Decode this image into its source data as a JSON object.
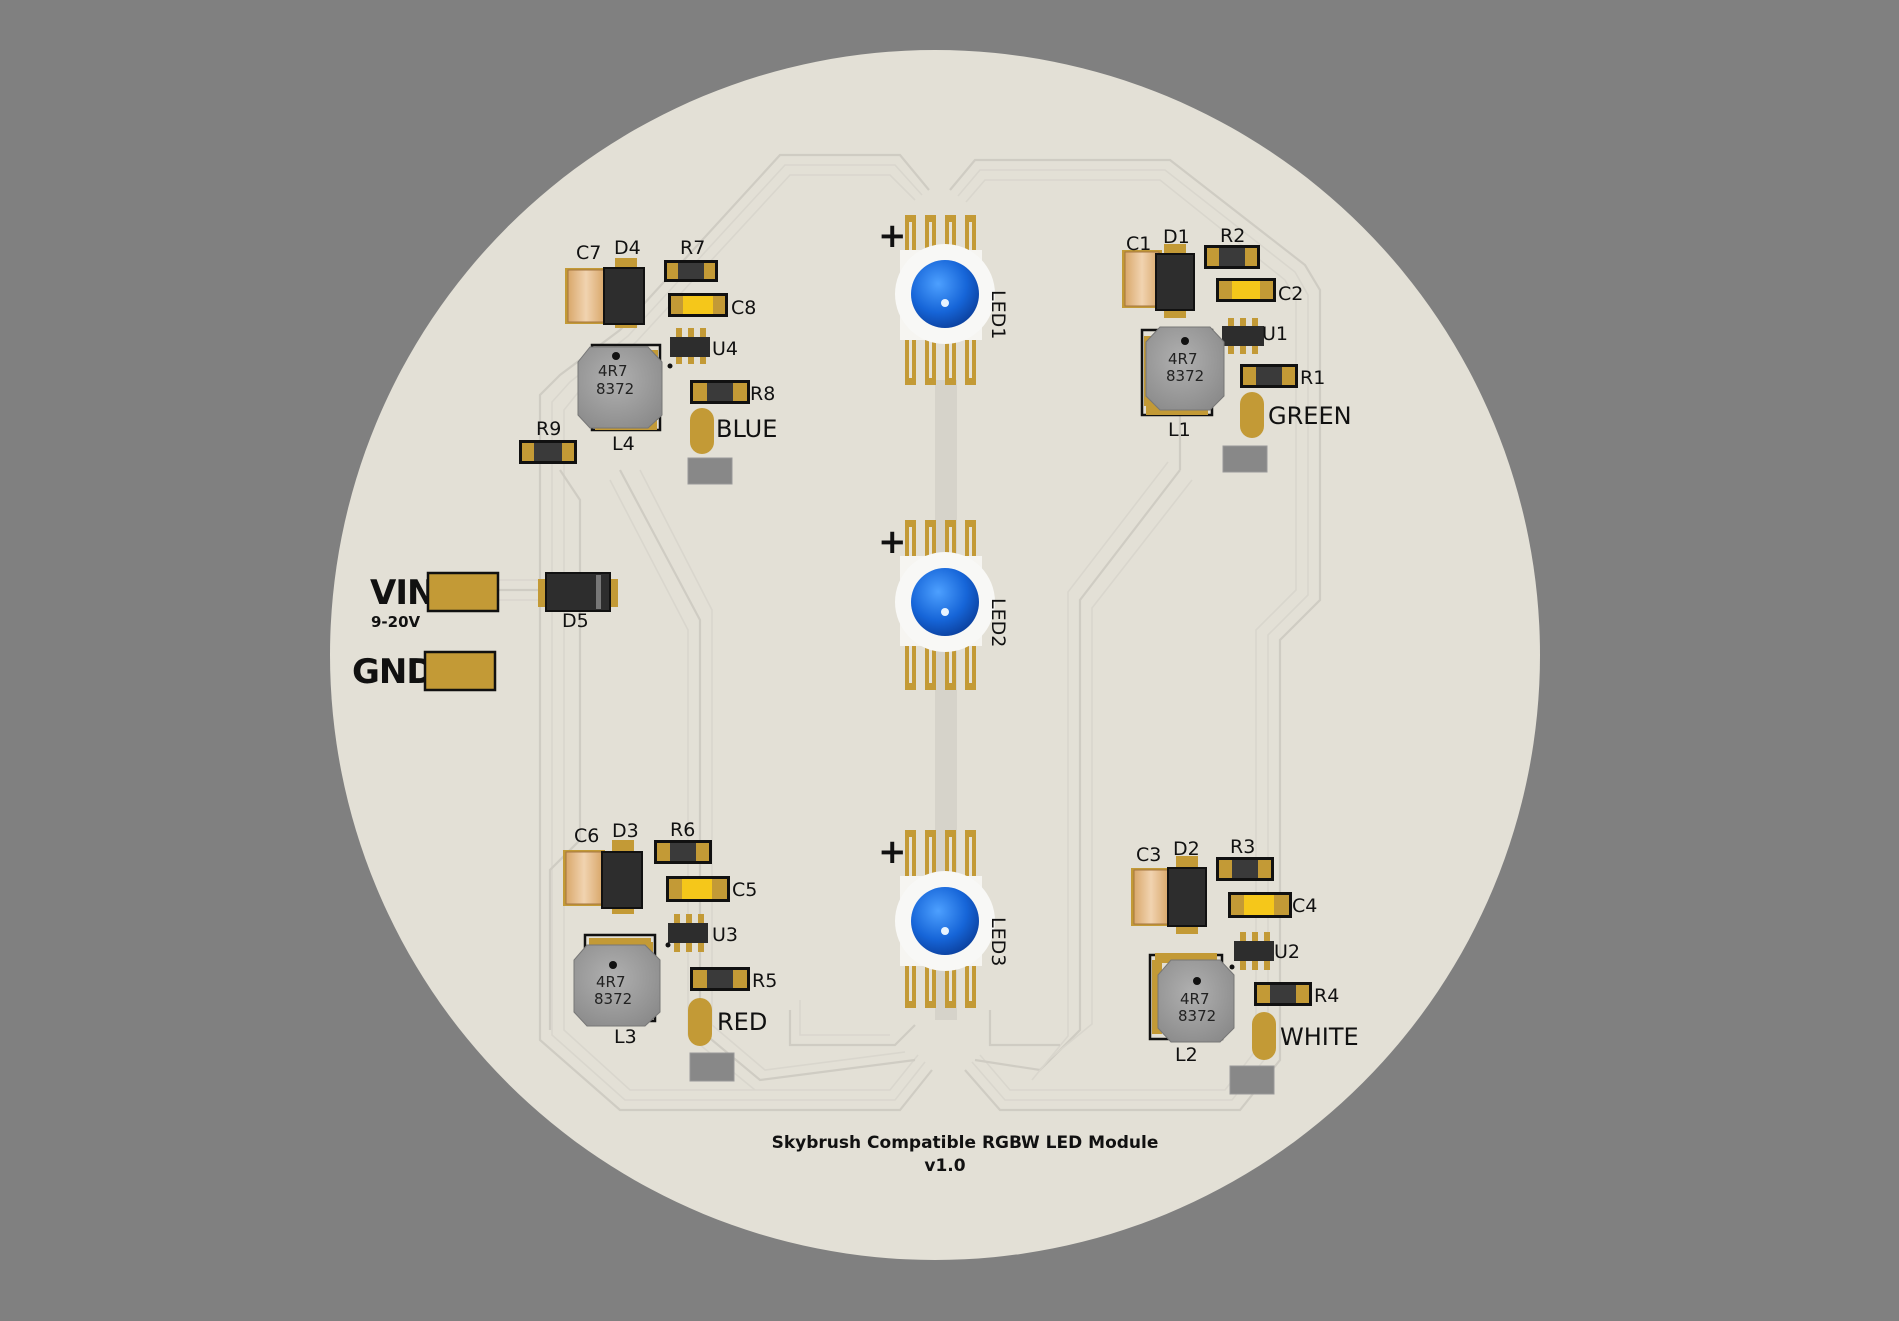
{
  "colors": {
    "background": "#808080",
    "board": "#e3e0d6",
    "pad_gold": "#c39a36",
    "lens_blue": "#1a6fe0",
    "inductor_gray": "#9a9a9a",
    "component_black": "#2a2a2a"
  },
  "board": {
    "title": "Skybrush Compatible RGBW LED Module",
    "version": "v1.0"
  },
  "power": {
    "vin_label": "VIN",
    "vin_range": "9-20V",
    "gnd_label": "GND",
    "diode_label": "D5"
  },
  "leds": [
    {
      "ref": "LED1",
      "polarity": "+"
    },
    {
      "ref": "LED2",
      "polarity": "+"
    },
    {
      "ref": "LED3",
      "polarity": "+"
    }
  ],
  "drivers": [
    {
      "channel": "BLUE",
      "capacitor_in": "C7",
      "diode": "D4",
      "resistor_a": "R7",
      "capacitor_out": "C8",
      "ic": "U4",
      "resistor_b": "R8",
      "inductor": "L4",
      "extra_resistor": "R9",
      "inductor_marking": [
        "4R7",
        "8372"
      ]
    },
    {
      "channel": "GREEN",
      "capacitor_in": "C1",
      "diode": "D1",
      "resistor_a": "R2",
      "capacitor_out": "C2",
      "ic": "U1",
      "resistor_b": "R1",
      "inductor": "L1",
      "inductor_marking": [
        "4R7",
        "8372"
      ]
    },
    {
      "channel": "RED",
      "capacitor_in": "C6",
      "diode": "D3",
      "resistor_a": "R6",
      "capacitor_out": "C5",
      "ic": "U3",
      "resistor_b": "R5",
      "inductor": "L3",
      "inductor_marking": [
        "4R7",
        "8372"
      ]
    },
    {
      "channel": "WHITE",
      "capacitor_in": "C3",
      "diode": "D2",
      "resistor_a": "R3",
      "capacitor_out": "C4",
      "ic": "U2",
      "resistor_b": "R4",
      "inductor": "L2",
      "inductor_marking": [
        "4R7",
        "8372"
      ]
    }
  ]
}
